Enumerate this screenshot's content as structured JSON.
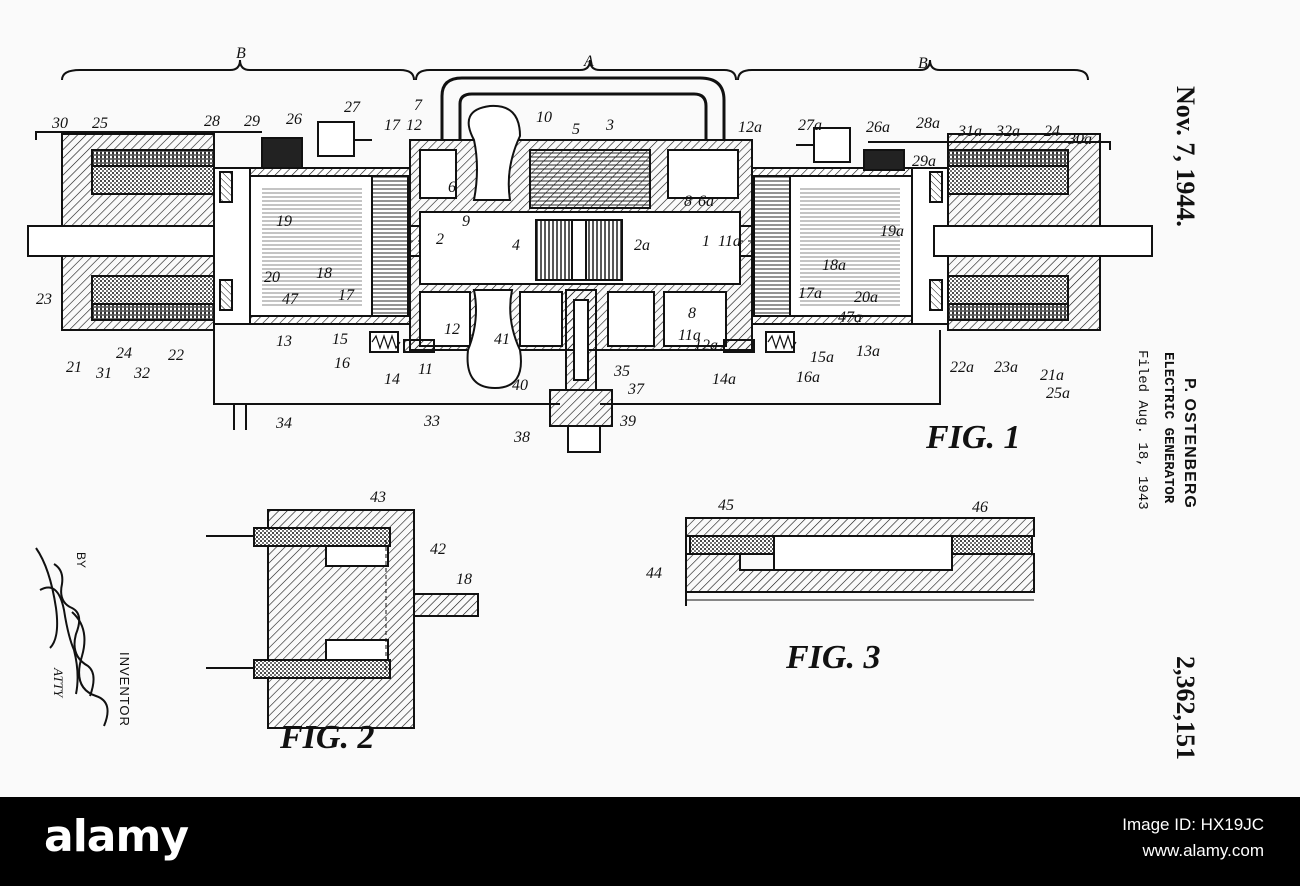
{
  "header": {
    "date": "Nov. 7, 1944.",
    "inventor": "P. OSTENBERG",
    "title": "ELECTRIC GENERATOR",
    "filed": "Filed Aug. 18, 1943",
    "patent_number": "2,362,151"
  },
  "inventor_block": {
    "inventor_label": "INVENTOR",
    "by_label": "BY",
    "attorney_label": "ATTY"
  },
  "figures": {
    "fig1": {
      "caption": "FIG. 1",
      "section_labels": [
        "B",
        "A",
        "B"
      ],
      "refs": [
        "30",
        "25",
        "28",
        "29",
        "26",
        "27",
        "7",
        "17",
        "12",
        "10",
        "5",
        "3",
        "12a",
        "27a",
        "26a",
        "28a",
        "31a",
        "32a",
        "24",
        "30a",
        "29a",
        "6",
        "9",
        "8",
        "6a",
        "1",
        "11a",
        "2",
        "4",
        "2a",
        "19",
        "19a",
        "18",
        "18a",
        "20",
        "47",
        "17",
        "17a",
        "20a",
        "47a",
        "23",
        "13",
        "15",
        "16",
        "14",
        "11",
        "12",
        "41",
        "40",
        "35",
        "37",
        "8",
        "11a",
        "12a",
        "14a",
        "15a",
        "16a",
        "13a",
        "22a",
        "23a",
        "21a",
        "25a",
        "21",
        "24",
        "31",
        "32",
        "22",
        "33",
        "34",
        "38",
        "39"
      ]
    },
    "fig2": {
      "caption": "FIG. 2",
      "refs": [
        "43",
        "42",
        "18"
      ]
    },
    "fig3": {
      "caption": "FIG. 3",
      "refs": [
        "45",
        "46",
        "44"
      ]
    }
  },
  "footer": {
    "logo": "alamy",
    "image_id": "Image ID: HX19JC",
    "site": "www.alamy.com"
  }
}
